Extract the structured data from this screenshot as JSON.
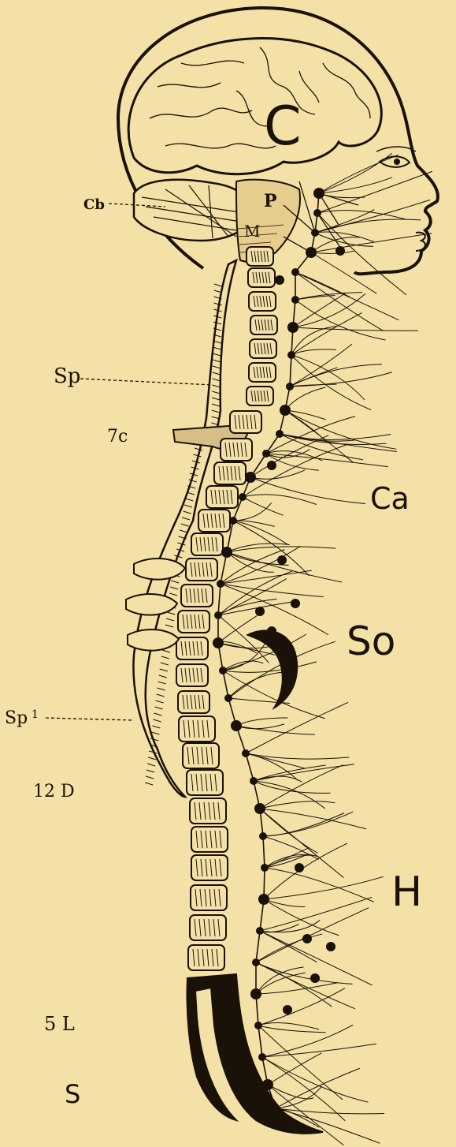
{
  "diagram": {
    "background": "#f3e1a7",
    "ink": "#1a1108",
    "labels": {
      "cerebrum": "C",
      "pons": "P",
      "medulla": "M",
      "cerebellum": "Cb",
      "spinal_cord_upper": "Sp",
      "seventh_cervical": "7c",
      "cardiac_plexus": "Ca",
      "solar_plexus": "So",
      "spinal_cord_lower": "Sp",
      "spinal_cord_lower_mark": "1",
      "twelfth_dorsal": "12 D",
      "hypogastric_plexus": "H",
      "fifth_lumbar": "5 L",
      "sacrum": "S"
    }
  }
}
